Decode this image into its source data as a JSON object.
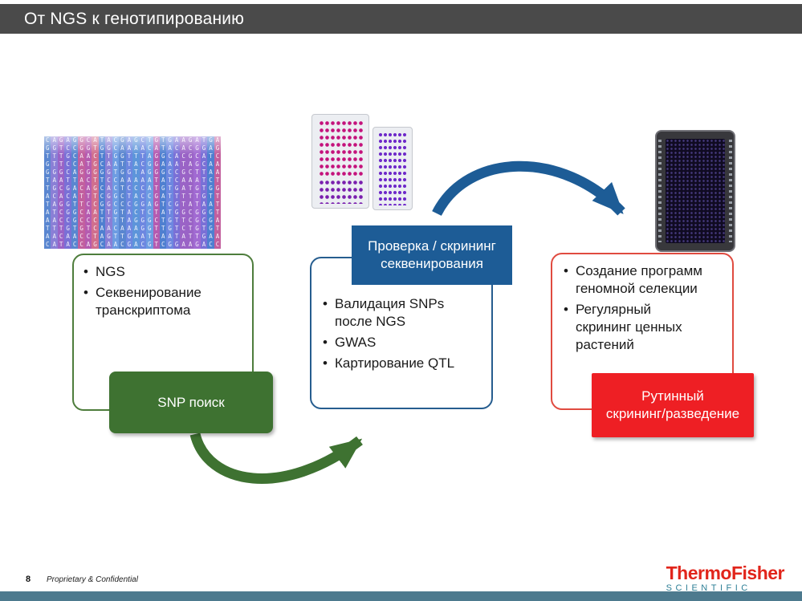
{
  "slide": {
    "title": "От NGS к генотипированию",
    "page_number": "8",
    "footer_note": "Proprietary & Confidential",
    "brand": {
      "name": "ThermoFisher",
      "tagline": "SCIENTIFIC"
    }
  },
  "colors": {
    "header_bg": "#4a4a4a",
    "green_accent": "#3e7231",
    "blue_accent": "#1d5c96",
    "red_accent": "#ee1f24",
    "footer_bar": "#4d7a8e",
    "brand_red": "#e1251b",
    "brand_teal": "#2d7f96"
  },
  "flow": {
    "step1": {
      "image": "ngs-sequence-reads-photo",
      "bullets": [
        "NGS",
        "Секвенирование\nтранскриптома"
      ],
      "label": "SNP поиск"
    },
    "step2": {
      "image": "pcr-plates-photo",
      "header": "Проверка / скрининг\nсеквенирования",
      "bullets": [
        "Валидация SNPs\nпосле NGS",
        "GWAS",
        "Картирование QTL"
      ]
    },
    "step3": {
      "image": "genotyping-array-photo",
      "bullets": [
        "Создание программ\nгеномной селекции",
        "Регулярный\nскрининг ценных\nрастений"
      ],
      "label": "Рутинный\nскрининг/разведение"
    }
  }
}
